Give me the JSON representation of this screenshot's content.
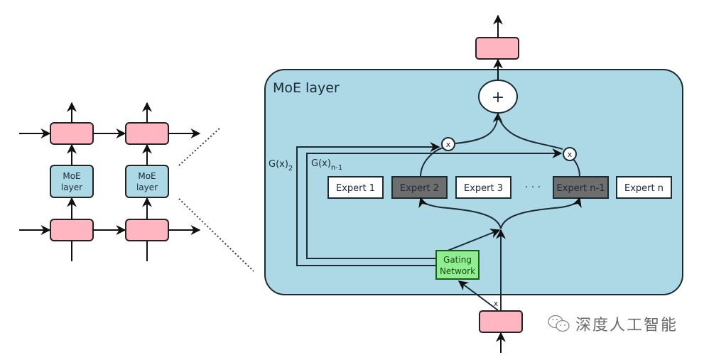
{
  "diagram": {
    "title": "MoE layer",
    "left_stack": {
      "moe_block_label_line1": "MoE",
      "moe_block_label_line2": "layer"
    },
    "experts": [
      {
        "label": "Expert 1",
        "active": false
      },
      {
        "label": "Expert 2",
        "active": true
      },
      {
        "label": "Expert 3",
        "active": false
      },
      {
        "label": "Expert n-1",
        "active": true
      },
      {
        "label": "Expert n",
        "active": false
      }
    ],
    "ellipsis": "· · ·",
    "gating_network": {
      "line1": "Gating",
      "line2": "Network"
    },
    "gate_labels": {
      "g2_base": "G(x)",
      "g2_sub": "2",
      "gn1_base": "G(x)",
      "gn1_sub": "n-1"
    },
    "sum_symbol": "+",
    "multiply_symbol": "x",
    "input_label": "x",
    "colors": {
      "moe_bg": "#add8e6",
      "token_box": "#ffb6c1",
      "gating": "#90ee90",
      "expert_active": "#6e6e6e",
      "expert_inactive": "#ffffff",
      "stroke": "#1c2a33"
    }
  },
  "watermark": {
    "icon": "wechat-icon",
    "text": "深度人工智能"
  }
}
